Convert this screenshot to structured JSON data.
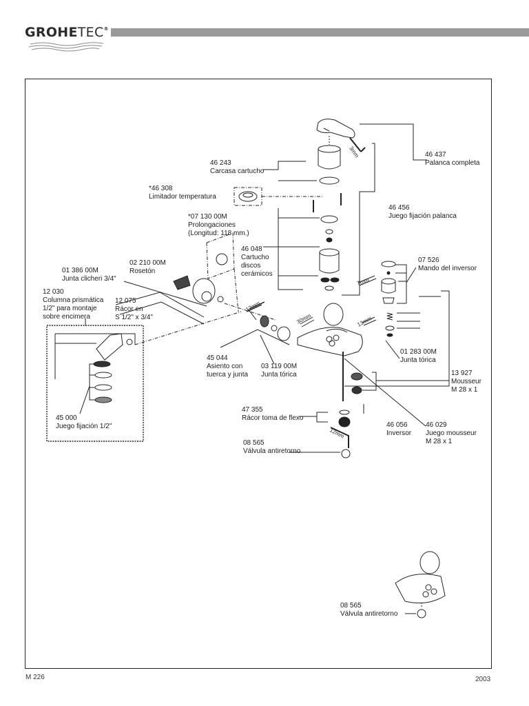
{
  "header": {
    "brand_bold": "GROHE",
    "brand_light": "TEC",
    "brand_mark": "®"
  },
  "parts": [
    {
      "code": "46 243",
      "name": "Carcasa cartucho"
    },
    {
      "code": "*46 308",
      "name": "Limitador temperatura"
    },
    {
      "code": "*07 130 00M",
      "name": "Prolongaciones",
      "name2": "(Longitud: 118 mm.)"
    },
    {
      "code": "46 048",
      "name": "Cartucho",
      "name2": "discos",
      "name3": "cerámicos"
    },
    {
      "code": "02 210 00M",
      "name": "Rosetón"
    },
    {
      "code": "01 386 00M",
      "name": "Junta clicheri 3/4\""
    },
    {
      "code": "12 030",
      "name": "Columna prismática",
      "name2": "1/2\"  para montaje",
      "name3": "sobre encimera"
    },
    {
      "code": "12 075",
      "name": "Rácor en",
      "name2": "S 1/2\"  x 3/4\""
    },
    {
      "code": "45 000",
      "name": "Juego fijación 1/2\""
    },
    {
      "code": "45 044",
      "name": "Asiento con",
      "name2": "tuerca y junta"
    },
    {
      "code": "03 119 00M",
      "name": "Junta tórica"
    },
    {
      "code": "46 437",
      "name": "Palanca completa"
    },
    {
      "code": "46 456",
      "name": "Juego fijación palanca"
    },
    {
      "code": "07 526",
      "name": "Mando del inversor"
    },
    {
      "code": "01 283 00M",
      "name": "Junta tórica"
    },
    {
      "code": "13 927",
      "name": "Mousseur",
      "name2": "M 28 x 1"
    },
    {
      "code": "47 355",
      "name": "Rácor toma de flexo"
    },
    {
      "code": "46 056",
      "name": "Inversor"
    },
    {
      "code": "46 029",
      "name": "Juego mousseur",
      "name2": "M 28 x 1"
    },
    {
      "code": "08 565",
      "name": "Válvula antiretorno"
    },
    {
      "code": "08 565",
      "name": "Válvula antiretorno"
    }
  ],
  "tools": {
    "t3": "3mm",
    "t7": "7mm",
    "t12a": "12mm",
    "t30": "30mm",
    "t13": "13mm",
    "t12b": "12mm"
  },
  "footer": {
    "doc_code": "M 226",
    "year": "2003"
  }
}
